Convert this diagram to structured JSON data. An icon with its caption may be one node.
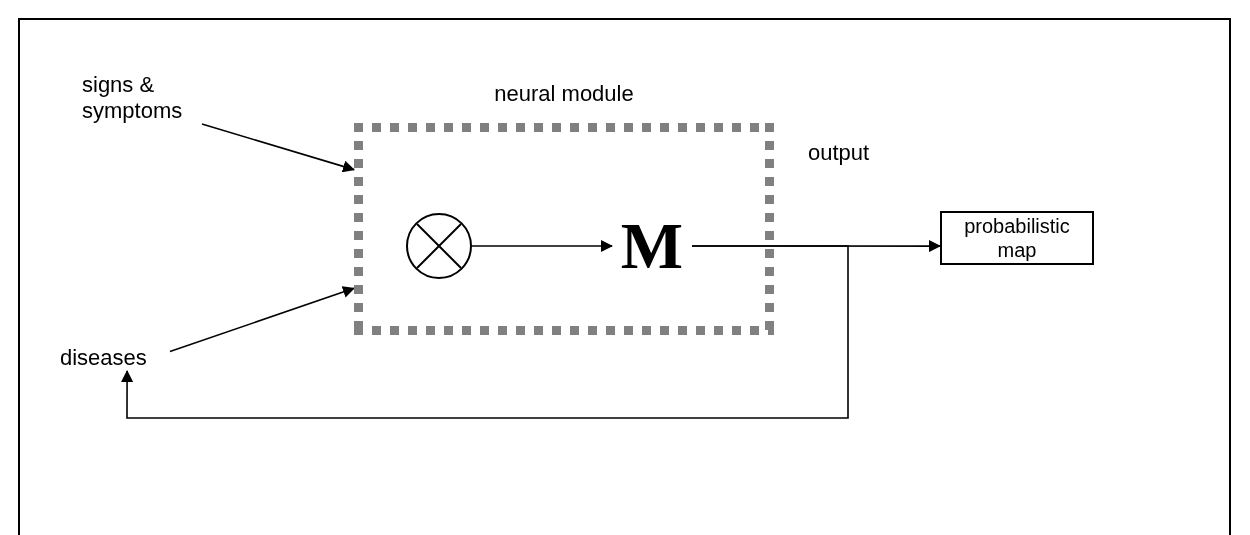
{
  "diagram": {
    "nodes": [
      {
        "text": [
          "signs & symptoms"
        ]
      },
      {
        "text": [
          "diseases"
        ]
      },
      {
        "text": [
          "neural module"
        ]
      },
      {
        "text": [],
        "shape": "circle",
        "in": 2
      },
      {
        "text": [
          "M"
        ],
        "in": 2
      },
      {
        "text": [
          "probabilistic map"
        ]
      }
    ],
    "edges": [
      {
        "from": 0,
        "to": 2,
        "arrow": "to"
      },
      {
        "from": 1,
        "to": 2,
        "arrow": "to"
      },
      {
        "from": 3,
        "to": 4,
        "arrow": "to"
      },
      {
        "from": 4,
        "to": 5,
        "arrow": "to",
        "label": "output"
      },
      {
        "from": 4,
        "to": 1,
        "arrow": "to"
      }
    ]
  }
}
